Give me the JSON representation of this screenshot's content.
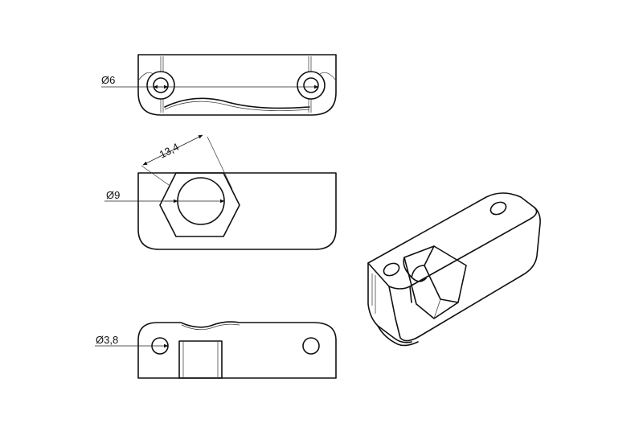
{
  "dimensions": {
    "top_view_diameter": "Ø6",
    "nut_across_corners": "13,4",
    "front_view_diameter": "Ø9",
    "bottom_view_diameter": "Ø3,8"
  }
}
